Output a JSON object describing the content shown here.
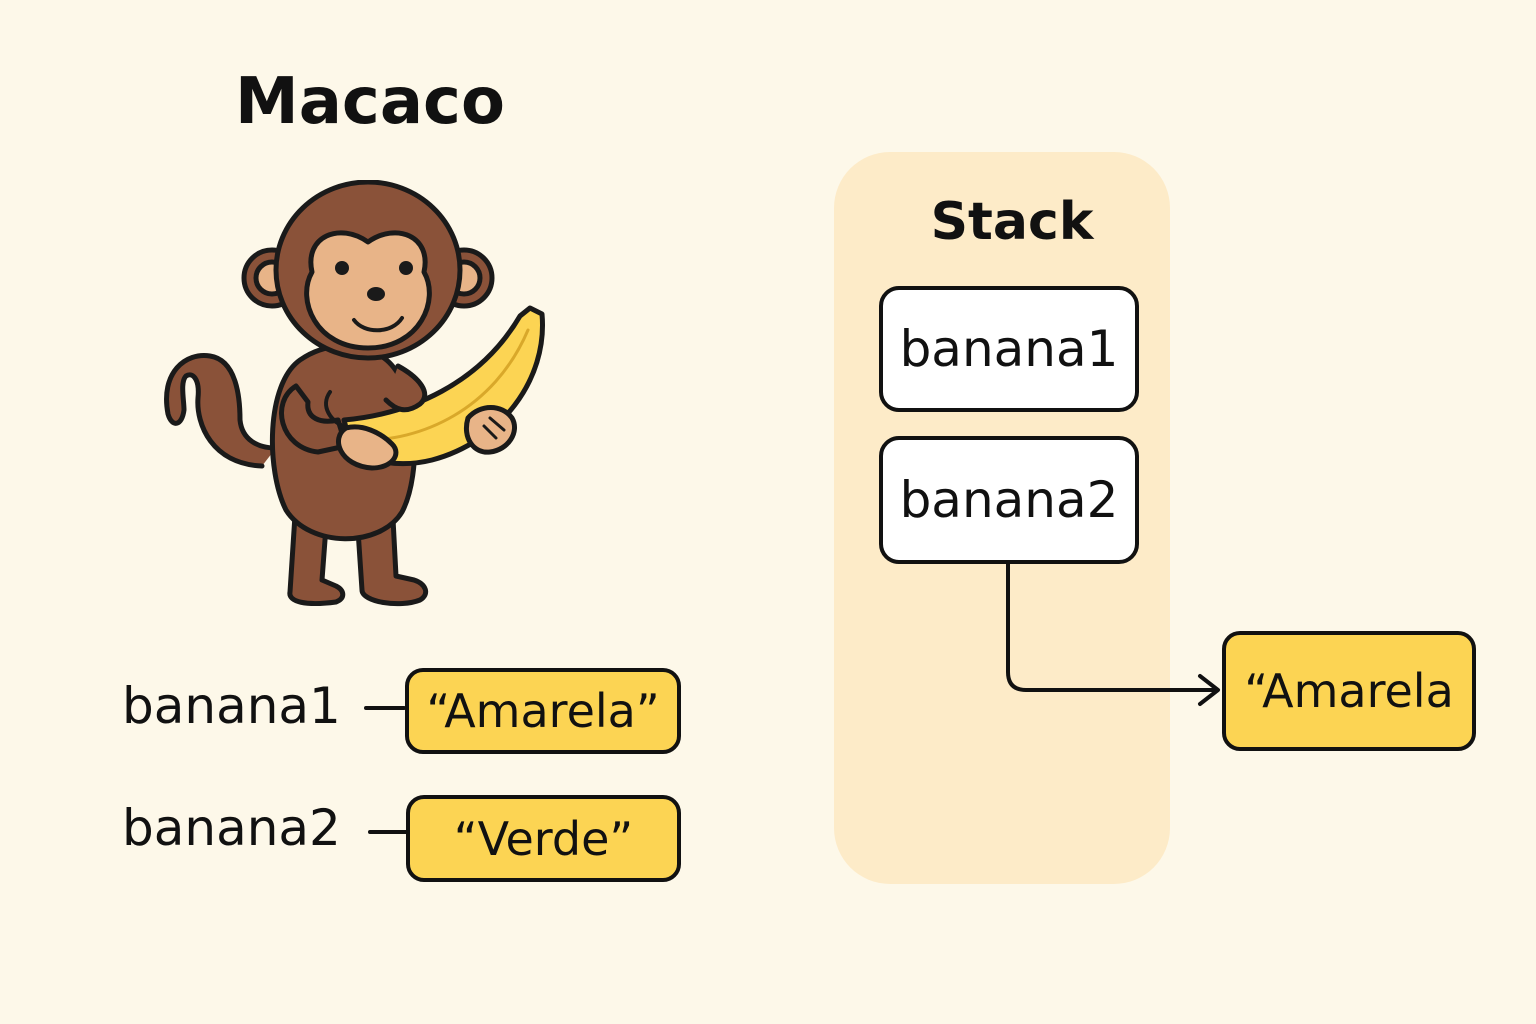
{
  "title": "Macaco",
  "variables": [
    {
      "name": "banana1",
      "value": "“Amarela”"
    },
    {
      "name": "banana2",
      "value": "“Verde”"
    }
  ],
  "stack": {
    "title": "Stack",
    "items": [
      "banana1",
      "banana2"
    ],
    "target_value": "“Amarela"
  },
  "colors": {
    "background": "#fdf8e9",
    "stack_panel": "#fdebc8",
    "value_fill": "#fcd453",
    "monkey_fur": "#8a5239",
    "monkey_face": "#e8b488",
    "banana": "#fcd453"
  },
  "icons": {
    "monkey": "monkey-holding-banana-illustration"
  }
}
